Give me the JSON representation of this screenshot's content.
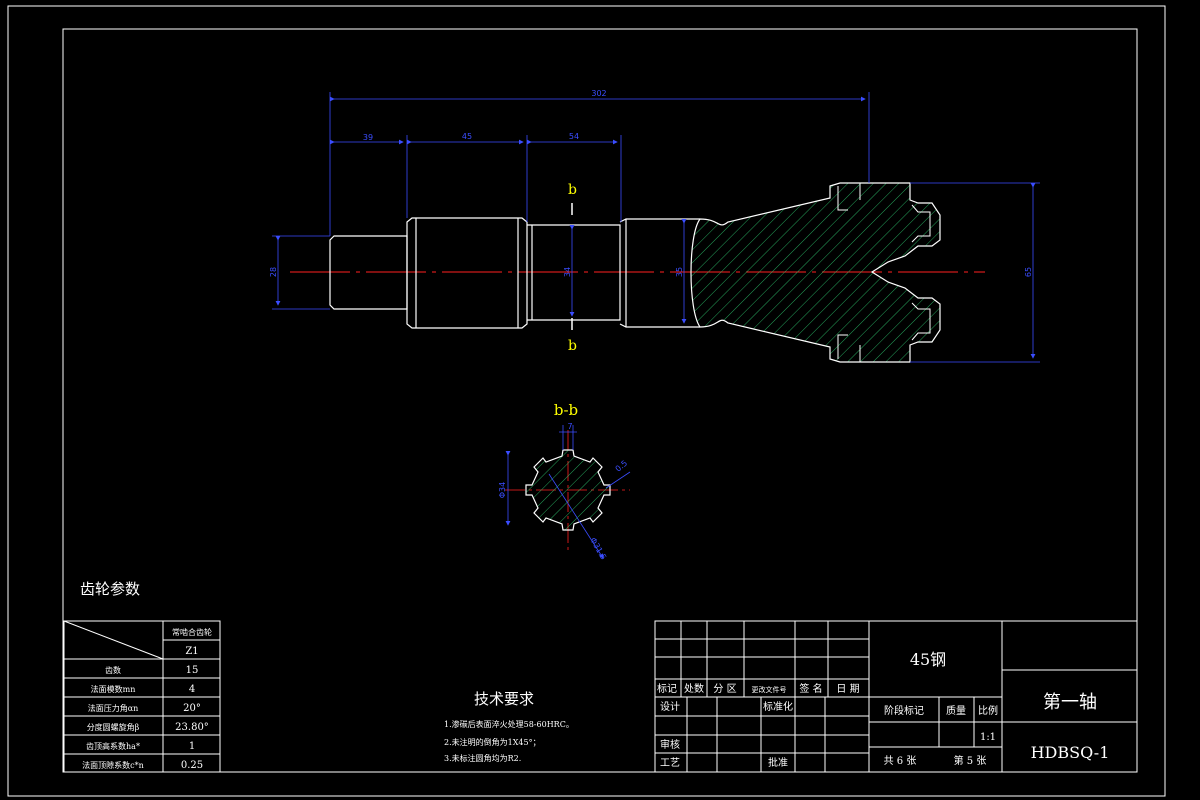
{
  "colors": {
    "background": "#000000",
    "outline": "#ffffff",
    "dimension": "#3a4dff",
    "centerline": "#ff2020",
    "hatch": "#2ecc71",
    "section_label": "#ffff00"
  },
  "drawing": {
    "dimensions": {
      "overall_length": "302",
      "seg1_length": "39",
      "seg2_length": "45",
      "seg3_length": "54",
      "dia_left": "28",
      "dia_mid": "34",
      "dia_right": "35",
      "dia_flange": "65"
    },
    "section_marks": {
      "top": "b",
      "bottom": "b"
    },
    "section_view": {
      "title": "b-b",
      "width_dim": "7",
      "outer_dia": "Φ34",
      "inner_dia": "Φ31.5",
      "radius": "0.5"
    }
  },
  "gear_params": {
    "title": "齿轮参数",
    "header_right": "常啮合齿轮",
    "header_sub": "Z1",
    "rows": [
      {
        "label": "齿数",
        "value": "15"
      },
      {
        "label": "法面模数mn",
        "value": "4"
      },
      {
        "label": "法面压力角αn",
        "value": "20°"
      },
      {
        "label": "分度圆螺旋角β",
        "value": "23.80°"
      },
      {
        "label": "齿顶高系数ha*",
        "value": "1"
      },
      {
        "label": "法面顶隙系数c*n",
        "value": "0.25"
      }
    ]
  },
  "tech_req": {
    "title": "技术要求",
    "items": [
      "1.渗碳后表面淬火处理58-60HRC。",
      "2.未注明的倒角为1X45°；",
      "3.未标注圆角均为R2."
    ]
  },
  "title_block": {
    "material": "45钢",
    "part_name": "第一轴",
    "drawing_no": "HDBSQ-1",
    "row_labels": [
      "标记",
      "处数",
      "分 区",
      "更改文件号",
      "签 名",
      "日 期"
    ],
    "design": "设计",
    "standard": "标准化",
    "review": "审核",
    "process": "工艺",
    "approve": "批准",
    "stage_mark": "阶段标记",
    "weight": "质量",
    "scale": "比例",
    "scale_value": "1:1",
    "total_sheets": "共 6 张",
    "sheet_no": "第 5 张"
  }
}
